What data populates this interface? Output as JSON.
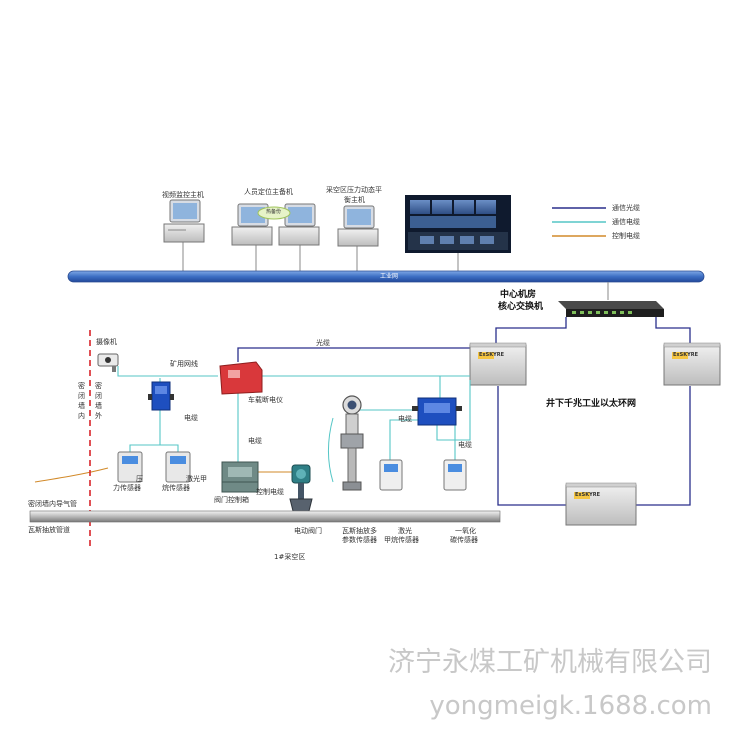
{
  "top": {
    "video_host": "视频监控主机",
    "personnel_host": [
      "人员定位主备机"
    ],
    "personnel_badge": "热备份",
    "pressure_host": [
      "采空区压力动态平",
      "衡主机"
    ],
    "network_bus": "工业网"
  },
  "legend": [
    {
      "label": "通信光缆",
      "color": "#2a2f8c"
    },
    {
      "label": "通信电缆",
      "color": "#55c6c6"
    },
    {
      "label": "控制电缆",
      "color": "#d28a2a"
    }
  ],
  "center": {
    "room_lines": [
      "中心机房",
      "核心交换机"
    ],
    "ring_label": "井下千兆工业以太环网",
    "ring_node_brand": "ExSKYRE"
  },
  "field": {
    "camera": "摄像机",
    "mine_cable": "矿用网线",
    "fiber": "光缆",
    "wall_inner": [
      "密",
      "闭",
      "墙",
      "内"
    ],
    "wall_outer": [
      "密",
      "闭",
      "墙",
      "外"
    ],
    "power_off": "车载断电仪",
    "cable_a": "电缆",
    "cable_b": "电缆",
    "cable_c": "电缆",
    "cable_d": "电缆",
    "control_cable": "控制电缆",
    "pressure_sensor": [
      "压",
      "力传感器"
    ],
    "laser_ch4_a": [
      "激光甲",
      "烷传感器"
    ],
    "valve_box": "阀门控制箱",
    "electric_valve": "电动阀门",
    "multi_param": [
      "瓦斯抽放多",
      "参数传感器"
    ],
    "laser_ch4_b": [
      "激光",
      "甲烷传感器"
    ],
    "co_sensor": [
      "一氧化",
      "碳传感器"
    ],
    "inner_pipe": "密闭墙内导气管",
    "gas_pipe": "瓦斯抽放管道",
    "goaf": "1#采空区"
  },
  "watermark": {
    "company": "济宁永煤工矿机械有限公司",
    "url": "yongmeigk.1688.com"
  }
}
